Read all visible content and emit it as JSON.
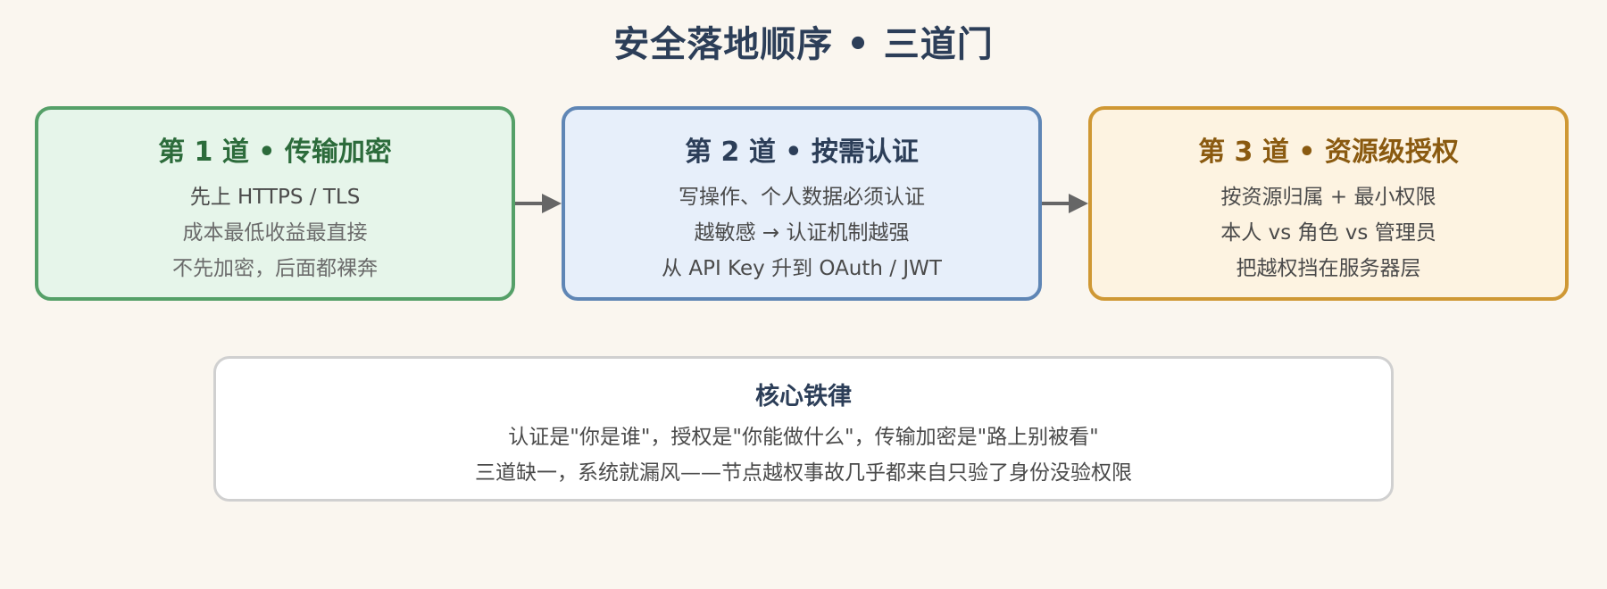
{
  "title": "安全落地顺序 • 三道门",
  "gates": [
    {
      "title": "第 1 道 • 传输加密",
      "lines": [
        "先上 HTTPS / TLS",
        "成本最低收益最直接",
        "不先加密，后面都裸奔"
      ],
      "color": "#55a068"
    },
    {
      "title": "第 2 道 • 按需认证",
      "lines": [
        "写操作、个人数据必须认证",
        "越敏感 → 认证机制越强",
        "从 API Key 升到 OAuth / JWT"
      ],
      "color": "#5f86b5"
    },
    {
      "title": "第 3 道 • 资源级授权",
      "lines": [
        "按资源归属 + 最小权限",
        "本人 vs 角色 vs 管理员",
        "把越权挡在服务器层"
      ],
      "color": "#cf9834"
    }
  ],
  "core": {
    "title": "核心铁律",
    "lines": [
      "认证是\"你是谁\"，授权是\"你能做什么\"，传输加密是\"路上别被看\"",
      "三道缺一，系统就漏风——节点越权事故几乎都来自只验了身份没验权限"
    ]
  },
  "arrow_color": "#666666"
}
